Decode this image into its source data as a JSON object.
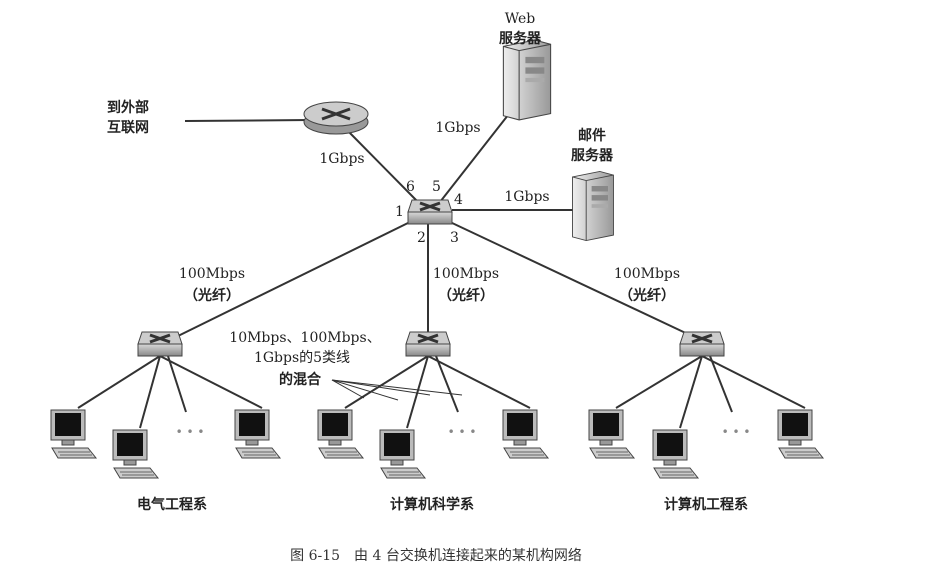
{
  "external": {
    "line1": "到外部",
    "line2": "互联网"
  },
  "web_server": {
    "line1": "Web",
    "line2": "服务器"
  },
  "mail_server": {
    "line1": "邮件",
    "line2": "服务器"
  },
  "links": {
    "router_core": "1Gbps",
    "web_core": "1Gbps",
    "mail_core": "1Gbps",
    "left": {
      "speed": "100Mbps",
      "medium": "（光纤）"
    },
    "middle": {
      "speed": "100Mbps",
      "medium": "（光纤）"
    },
    "right": {
      "speed": "100Mbps",
      "medium": "（光纤）"
    }
  },
  "ports": [
    "1",
    "2",
    "3",
    "4",
    "5",
    "6"
  ],
  "annotation": {
    "line1": "10Mbps、100Mbps、",
    "line2": "1Gbps的5类线",
    "line3": "的混合"
  },
  "departments": [
    "电气工程系",
    "计算机科学系",
    "计算机工程系"
  ],
  "ellipsis": "• • •",
  "caption": "图 6-15　由 4 台交换机连接起来的某机构网络"
}
